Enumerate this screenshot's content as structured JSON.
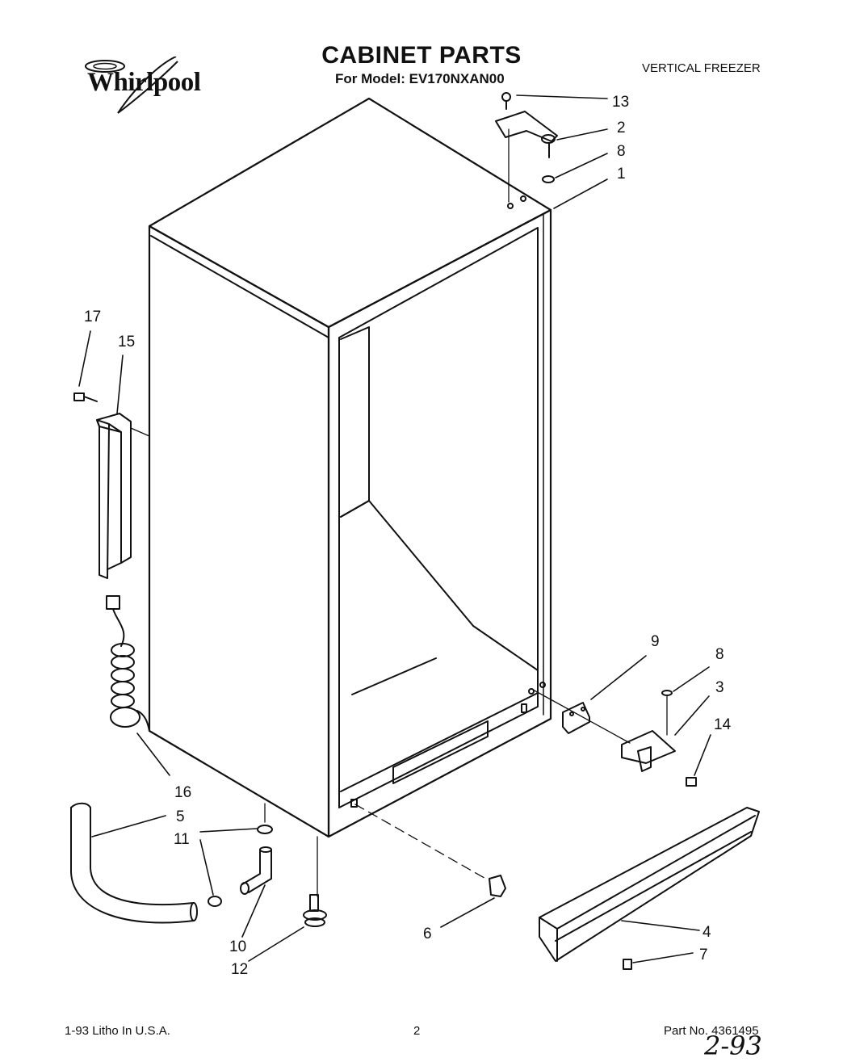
{
  "header": {
    "brand": "Whirlpool",
    "title": "CABINET PARTS",
    "subtitle": "For Model: EV170NXAN00",
    "doc_type": "VERTICAL FREEZER"
  },
  "footer": {
    "litho": "1-93 Litho In U.S.A.",
    "page": "2",
    "part_no": "Part No. 4361495",
    "handwritten": "2-93"
  },
  "callouts": [
    {
      "id": "13",
      "label": "13"
    },
    {
      "id": "2",
      "label": "2"
    },
    {
      "id": "8a",
      "label": "8"
    },
    {
      "id": "1",
      "label": "1"
    },
    {
      "id": "17",
      "label": "17"
    },
    {
      "id": "15",
      "label": "15"
    },
    {
      "id": "9",
      "label": "9"
    },
    {
      "id": "8b",
      "label": "8"
    },
    {
      "id": "3",
      "label": "3"
    },
    {
      "id": "14",
      "label": "14"
    },
    {
      "id": "16",
      "label": "16"
    },
    {
      "id": "5",
      "label": "5"
    },
    {
      "id": "11",
      "label": "11"
    },
    {
      "id": "10",
      "label": "10"
    },
    {
      "id": "12",
      "label": "12"
    },
    {
      "id": "6",
      "label": "6"
    },
    {
      "id": "4",
      "label": "4"
    },
    {
      "id": "7",
      "label": "7"
    }
  ]
}
